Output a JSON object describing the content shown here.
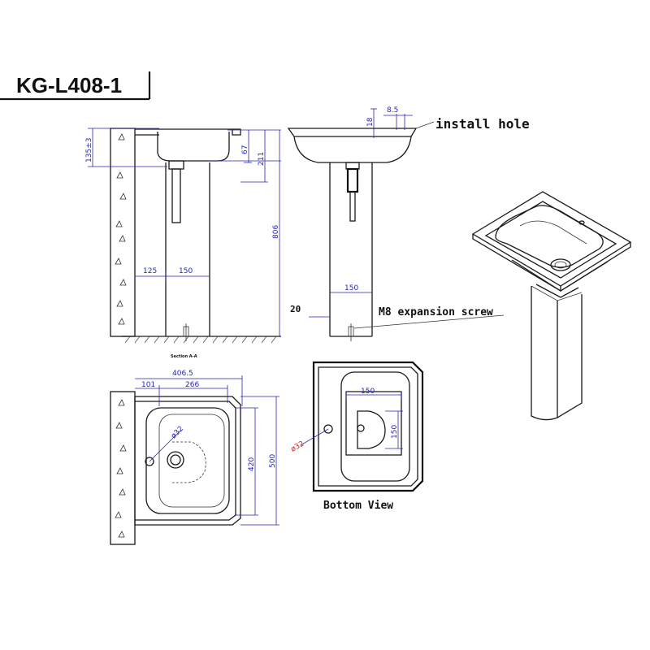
{
  "title": "KG-L408-1",
  "labels": {
    "install_hole": "install hole",
    "expansion_screw": "M8 expansion screw",
    "section": "Section A-A",
    "bottom_view": "Bottom View"
  },
  "dimensions": {
    "side": {
      "d135": "135±3",
      "d67": "67",
      "d211": "211",
      "d806": "806",
      "d125": "125",
      "d150": "150"
    },
    "front": {
      "d8_5": "8.5",
      "d18": "18",
      "d150": "150",
      "d20": "20"
    },
    "top": {
      "d406_5": "406.5",
      "d101": "101",
      "d266": "266",
      "d420": "420",
      "d500": "500",
      "d32": "ø32"
    },
    "bottom": {
      "d150a": "150",
      "d150b": "150",
      "d32": "ø32"
    }
  }
}
